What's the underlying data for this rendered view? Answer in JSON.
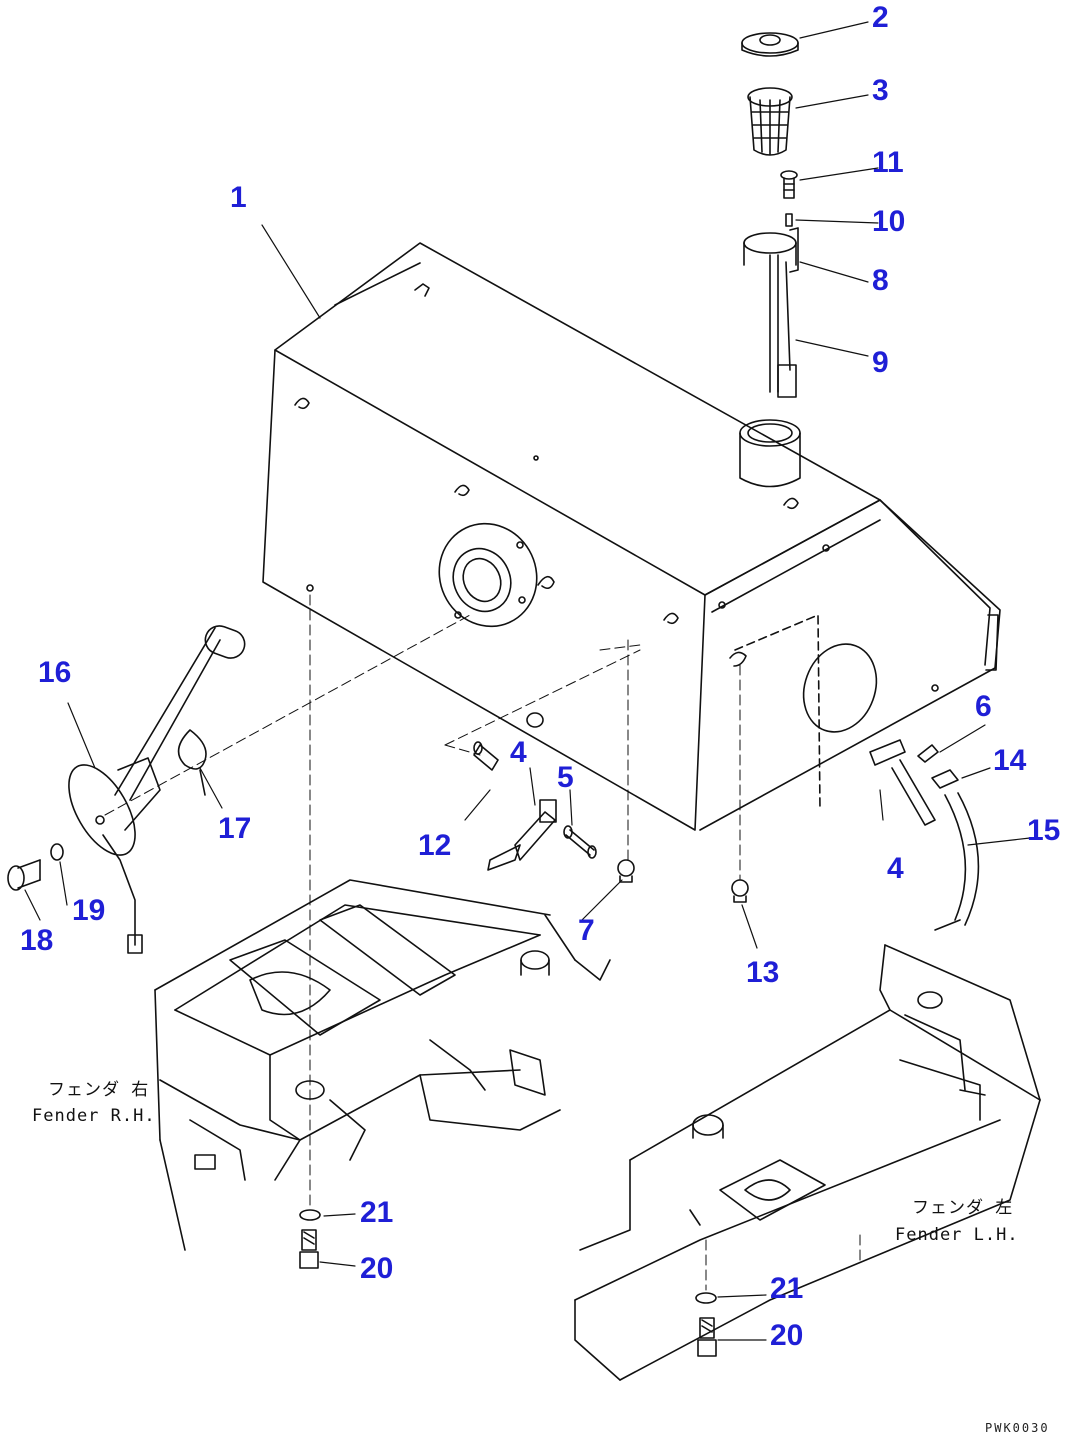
{
  "diagram": {
    "callouts": {
      "c1": "1",
      "c2": "2",
      "c3": "3",
      "c4a": "4",
      "c4b": "4",
      "c5": "5",
      "c6": "6",
      "c7": "7",
      "c8": "8",
      "c9": "9",
      "c10": "10",
      "c11": "11",
      "c12": "12",
      "c13": "13",
      "c14": "14",
      "c15": "15",
      "c16": "16",
      "c17": "17",
      "c18": "18",
      "c19": "19",
      "c20a": "20",
      "c21a": "21",
      "c20b": "20",
      "c21b": "21"
    },
    "fender_right": {
      "jp": "フェンダ 右",
      "en": "Fender R.H."
    },
    "fender_left": {
      "jp": "フェンダ 左",
      "en": "Fender L.H."
    },
    "drawing_code": "PWK0030"
  },
  "colors": {
    "callout": "#1f1fd6",
    "line": "#111111"
  }
}
